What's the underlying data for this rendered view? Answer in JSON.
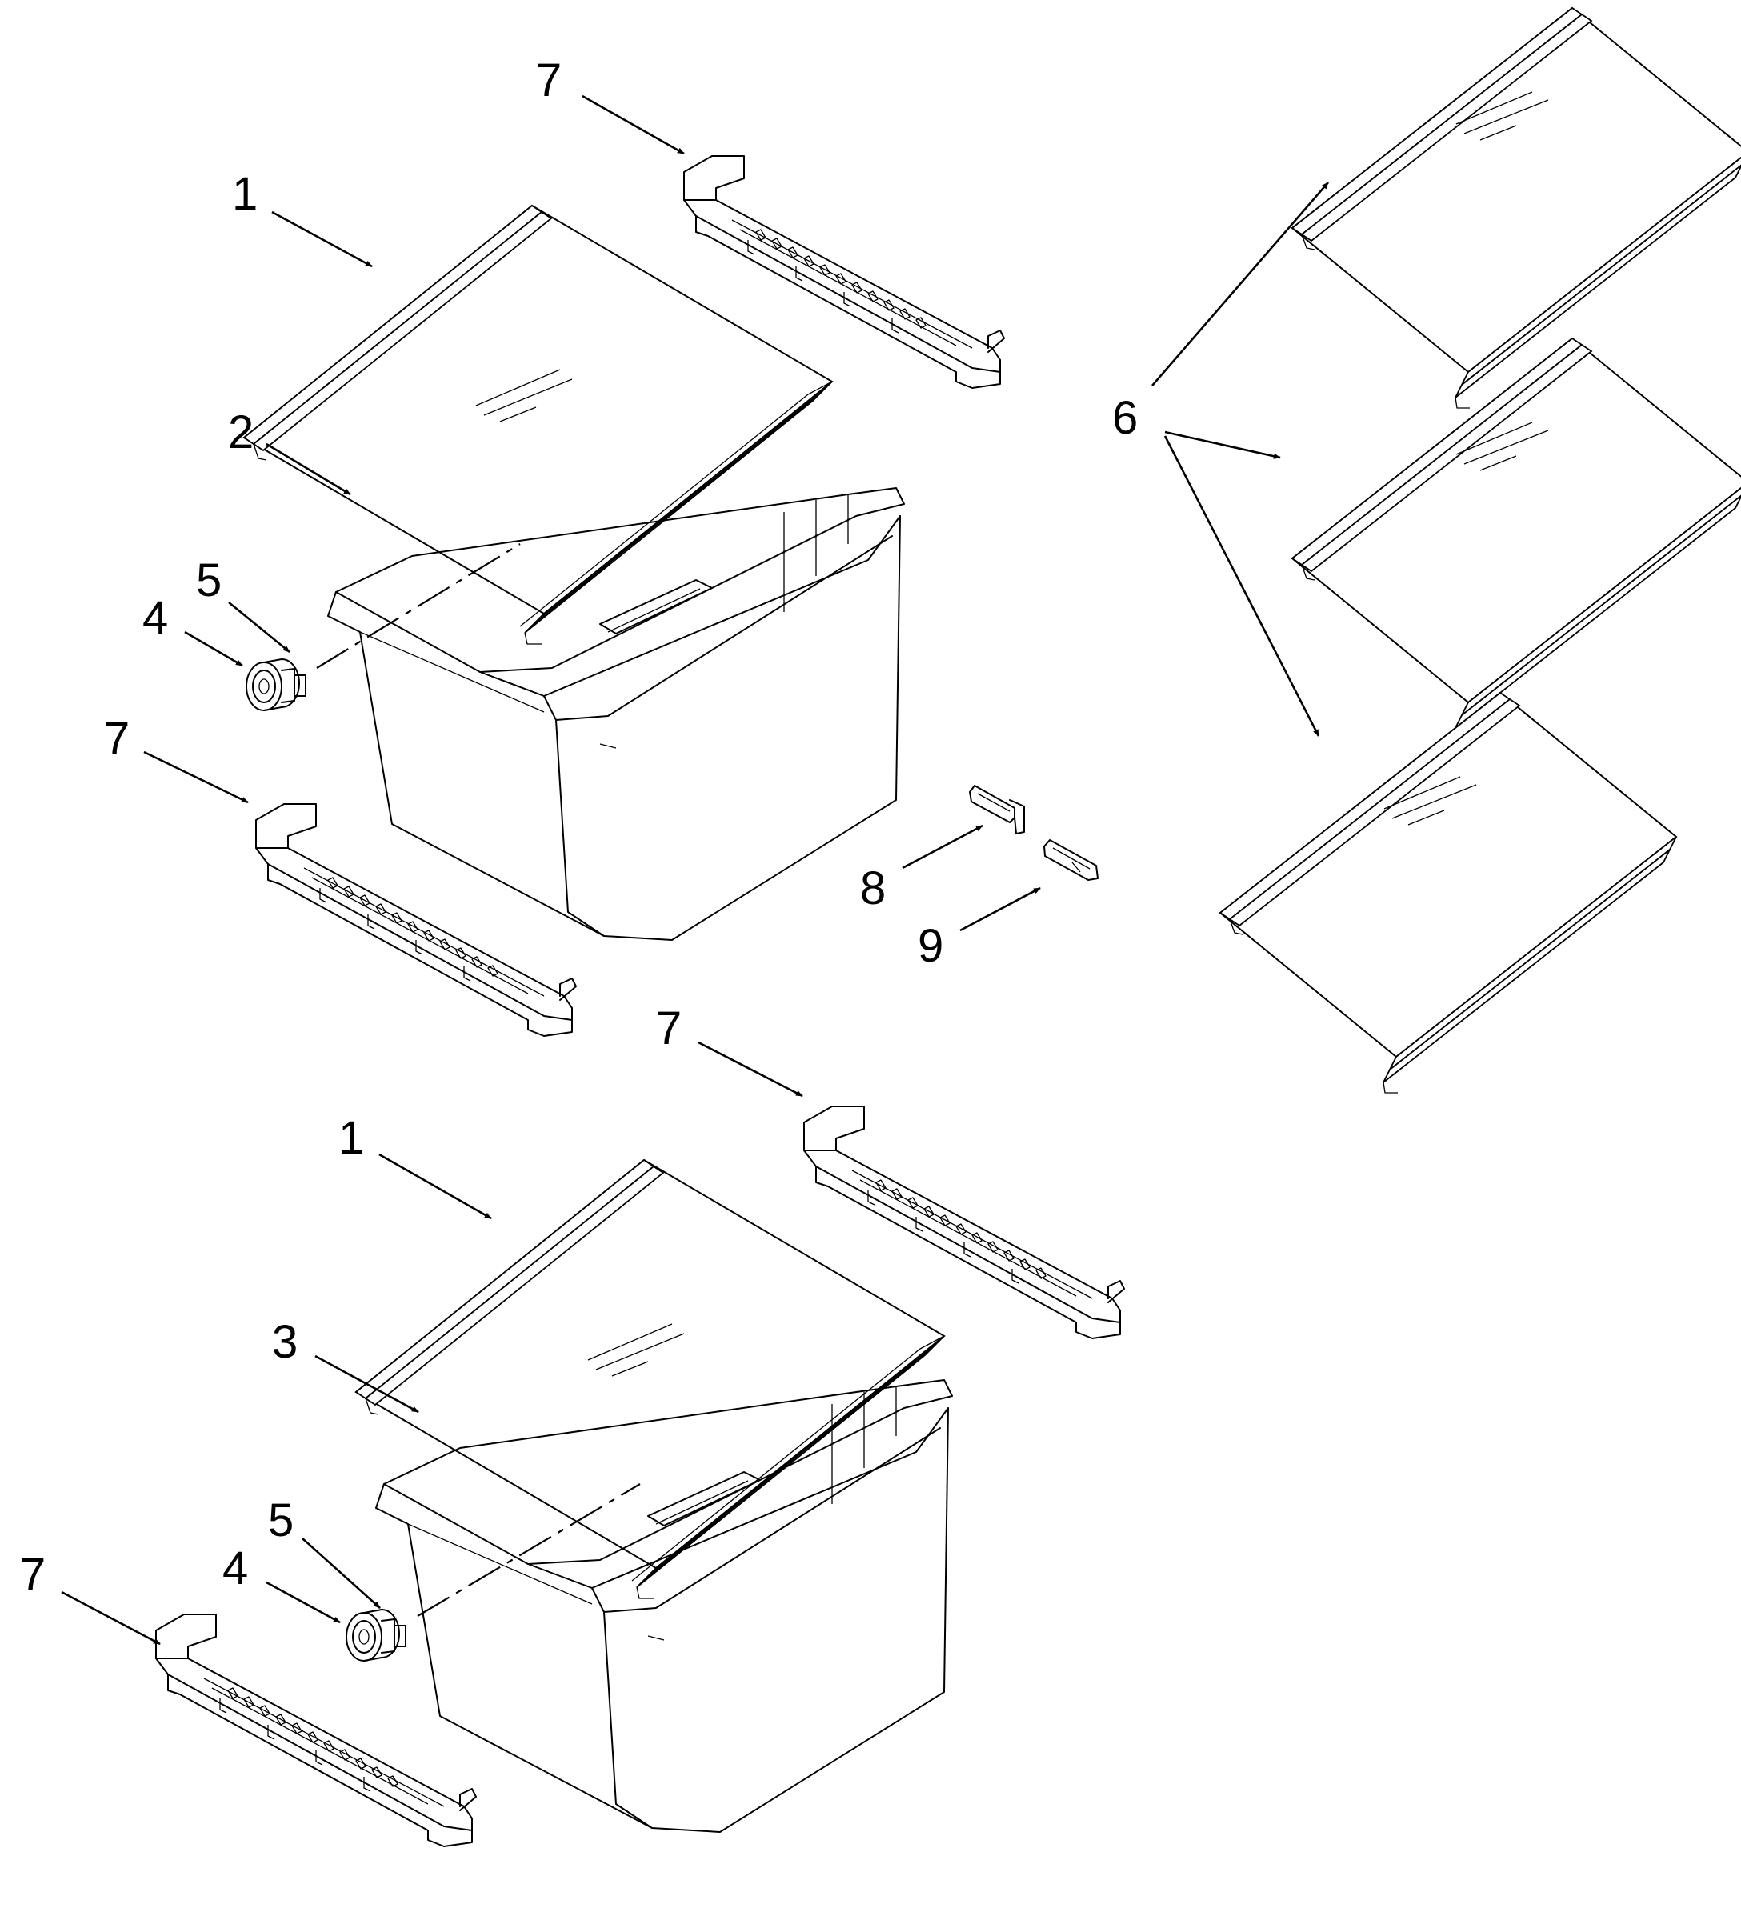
{
  "diagram": {
    "callouts": {
      "c1": "7",
      "c2": "1",
      "c3": "2",
      "c4": "5",
      "c5": "4",
      "c6": "7",
      "c7": "8",
      "c8": "9",
      "c9": "6",
      "c10": "7",
      "c11": "1",
      "c12": "3",
      "c13": "5",
      "c14": "4",
      "c15": "7"
    }
  }
}
